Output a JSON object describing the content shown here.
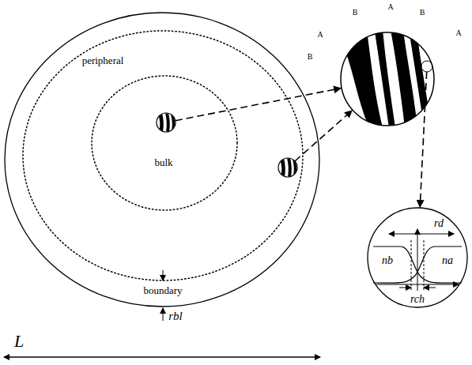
{
  "diagram": {
    "nodes": [
      {
        "text": [
          "boundary"
        ]
      },
      {
        "text": [
          "peripheral"
        ],
        "in": 0
      },
      {
        "text": [
          "bulk"
        ],
        "in": 1
      },
      {
        "text": [
          "A",
          "B",
          "B",
          "A",
          "B",
          "A"
        ]
      },
      {
        "text": [
          "rd",
          "nb",
          "na",
          "rch"
        ]
      }
    ],
    "edges": [
      {
        "from": 2,
        "to": 3,
        "arrow": "to"
      },
      {
        "from": 1,
        "to": 3,
        "arrow": "to"
      },
      {
        "from": 3,
        "to": 4,
        "arrow": "to"
      }
    ],
    "labels": [
      "rbl",
      "L"
    ]
  }
}
